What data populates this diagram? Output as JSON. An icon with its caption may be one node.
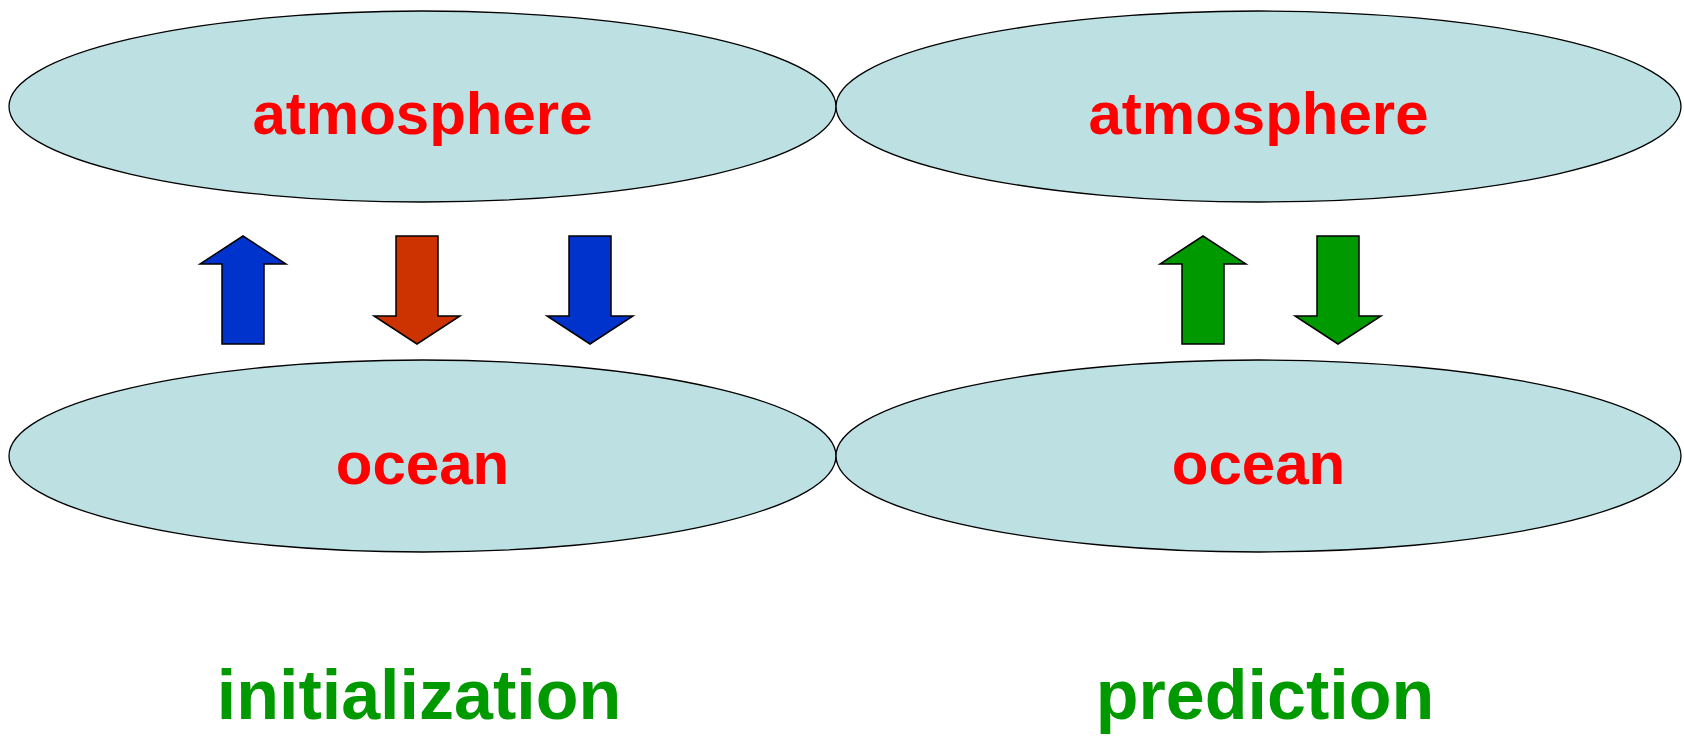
{
  "diagram": {
    "nodes": [
      {
        "text": [
          "atmosphere"
        ]
      },
      {
        "text": [
          "atmosphere"
        ]
      },
      {
        "text": [
          "ocean"
        ]
      },
      {
        "text": [
          "ocean"
        ]
      }
    ],
    "edges": [
      {
        "from": 2,
        "to": 0,
        "arrow": "to",
        "style": "thick",
        "color": "#0033cc"
      },
      {
        "from": 0,
        "to": 2,
        "arrow": "to",
        "style": "thick",
        "color": "#cc3300"
      },
      {
        "from": 0,
        "to": 2,
        "arrow": "to",
        "style": "thick",
        "color": "#0033cc"
      },
      {
        "from": 3,
        "to": 1,
        "arrow": "to",
        "style": "thick",
        "color": "#009900"
      },
      {
        "from": 1,
        "to": 3,
        "arrow": "to",
        "style": "thick",
        "color": "#009900"
      }
    ],
    "labels": [
      "initialization",
      "prediction"
    ]
  }
}
